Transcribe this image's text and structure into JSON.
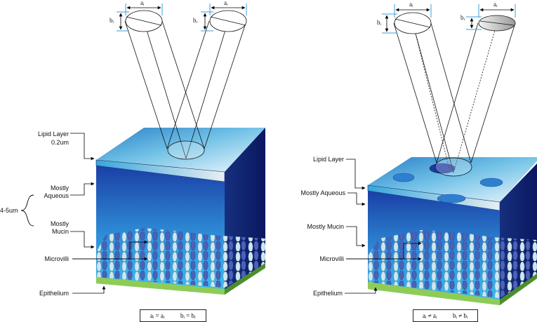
{
  "left_panel": {
    "labels": {
      "lipid": "Lipid Layer",
      "lipid_thickness": "0.2um",
      "aqueous": "Mostly\nAqueous",
      "thickness": "4-5um",
      "mucin": "Mostly\nMucin",
      "microvilli": "Microvilli",
      "epithelium": "Epithelium"
    },
    "dims": {
      "ai": "aᵢ",
      "ar": "aᵣ",
      "bi": "bᵢ",
      "br": "bᵣ"
    },
    "equation": {
      "a": "aᵢ  =  aᵣ",
      "b": "bᵢ  =  bᵣ"
    }
  },
  "right_panel": {
    "labels": {
      "lipid": "Lipid Layer",
      "aqueous": "Mostly Aqueous",
      "mucin": "Mostly Mucin",
      "microvilli": "Microvilli",
      "epithelium": "Epithelium"
    },
    "dims": {
      "ai": "aᵢ",
      "ar": "aᵣ",
      "bi": "bᵢ",
      "br": "bᵣ"
    },
    "equation": {
      "a": "aᵢ  ≠  aᵣ",
      "b": "bᵢ  ≠  bᵣ"
    }
  },
  "colors": {
    "front_top": "#1a3fa6",
    "front_bottom": "#35b8ee",
    "side_dark": "#0d1c66",
    "top_light": "#dff2fb",
    "top_blue": "#5fb4df",
    "green": "#7cc04a",
    "dim_blue": "#3aa0d8",
    "villi_light": "#e6f1f1",
    "villi_dark": "#2c3a9a"
  }
}
